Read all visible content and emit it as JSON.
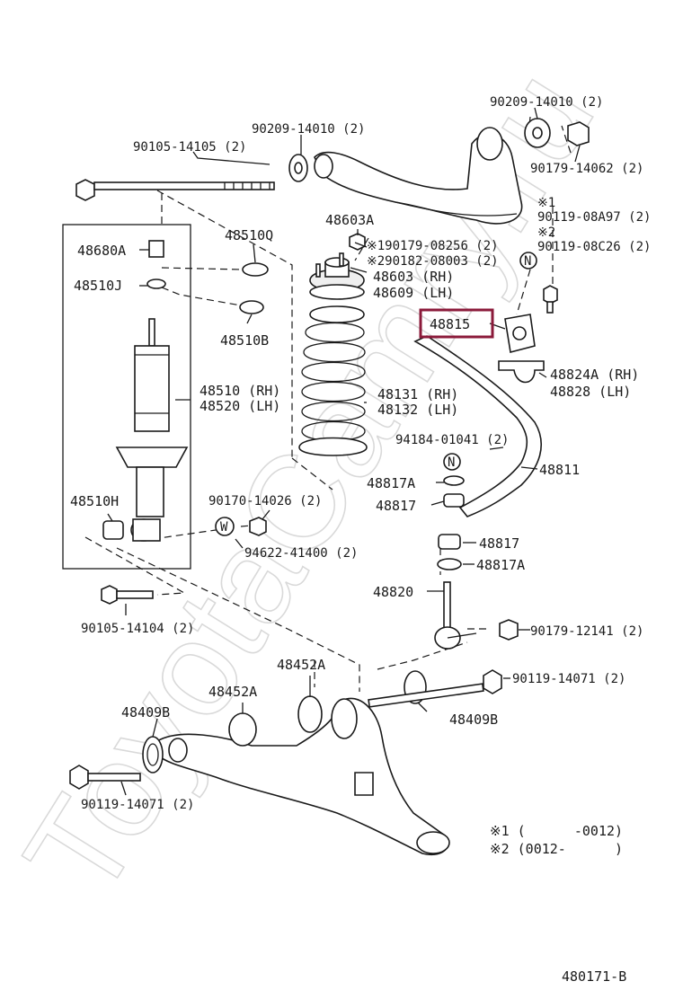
{
  "watermark": "ToyotaCamry.ru",
  "footer_code": "480171-B",
  "notes": {
    "note1": "※1 (      -0012)",
    "note2": "※2 (0012-      )"
  },
  "labels": {
    "p90209_14010_a": "90209-14010 (2)",
    "p90209_14010_b": "90209-14010 (2)",
    "p90105_14105": "90105-14105 (2)",
    "p90179_14062": "90179-14062 (2)",
    "n1": "※1",
    "p90119_08A97": "90119-08A97 (2)",
    "n2": "※2",
    "p90119_08C26": "90119-08C26 (2)",
    "p48603A": "48603A",
    "p190179_08256": "※190179-08256 (2)",
    "p290182_08003": "※290182-08003 (2)",
    "p48603": "48603 (RH)",
    "p48609": "48609 (LH)",
    "p48680A": "48680A",
    "p48510Q": "48510Q",
    "p48510J": "48510J",
    "p48510B": "48510B",
    "p48815": "48815",
    "p48824A": "48824A (RH)",
    "p48828": "48828  (LH)",
    "p48510": "48510 (RH)",
    "p48520": "48520 (LH)",
    "p48131": "48131 (RH)",
    "p48132": "48132 (LH)",
    "p94184_01041": "94184-01041 (2)",
    "p48811": "48811",
    "p48510H": "48510H",
    "p90170_14026": "90170-14026 (2)",
    "p48817A_a": "48817A",
    "p48817_a": "48817",
    "p94622_41400": "94622-41400 (2)",
    "p48817_b": "48817",
    "p48817A_b": "48817A",
    "p48820": "48820",
    "p90105_14104": "90105-14104 (2)",
    "p90179_12141": "90179-12141 (2)",
    "p48452A_a": "48452A",
    "p48452A_b": "48452A",
    "p90119_14071_a": "90119-14071 (2)",
    "p48409B_a": "48409B",
    "p48409B_b": "48409B",
    "p90119_14071_b": "90119-14071 (2)"
  },
  "markers": {
    "N_top": "N",
    "N_mid": "N",
    "W": "W"
  },
  "highlight": {
    "part": "48815",
    "color": "#8b1a3a"
  }
}
